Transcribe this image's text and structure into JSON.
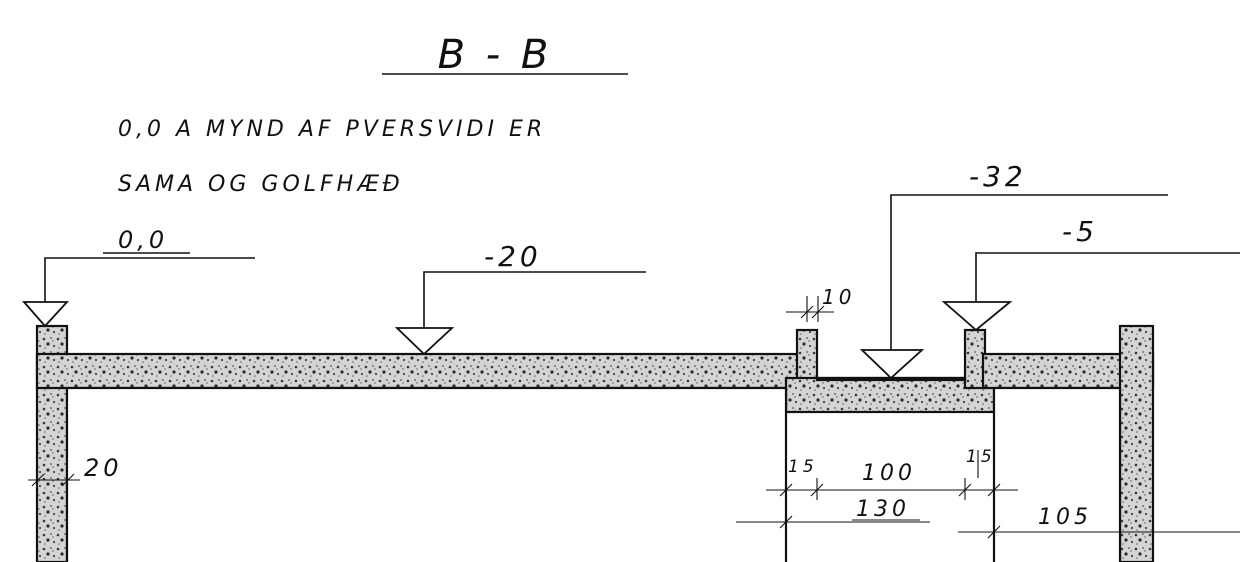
{
  "drawing": {
    "section_title": "B - B",
    "note_line_1": "0,0 A MYND AF PVERSVIDI ER",
    "note_line_2": "SAMA OG GOLFHÆÐ",
    "colors": {
      "ink": "#111111",
      "paper": "#ffffff"
    }
  },
  "levels": {
    "left_edge": "0,0",
    "floor": "-20",
    "channel_bottom": "-32",
    "channel_top": "-5"
  },
  "dimensions": {
    "curb_width": "10",
    "wall_thickness": "20",
    "channel_wall_left": "15",
    "channel_inner": "100",
    "channel_wall_right": "15",
    "channel_total": "130",
    "depth_right": "105"
  }
}
